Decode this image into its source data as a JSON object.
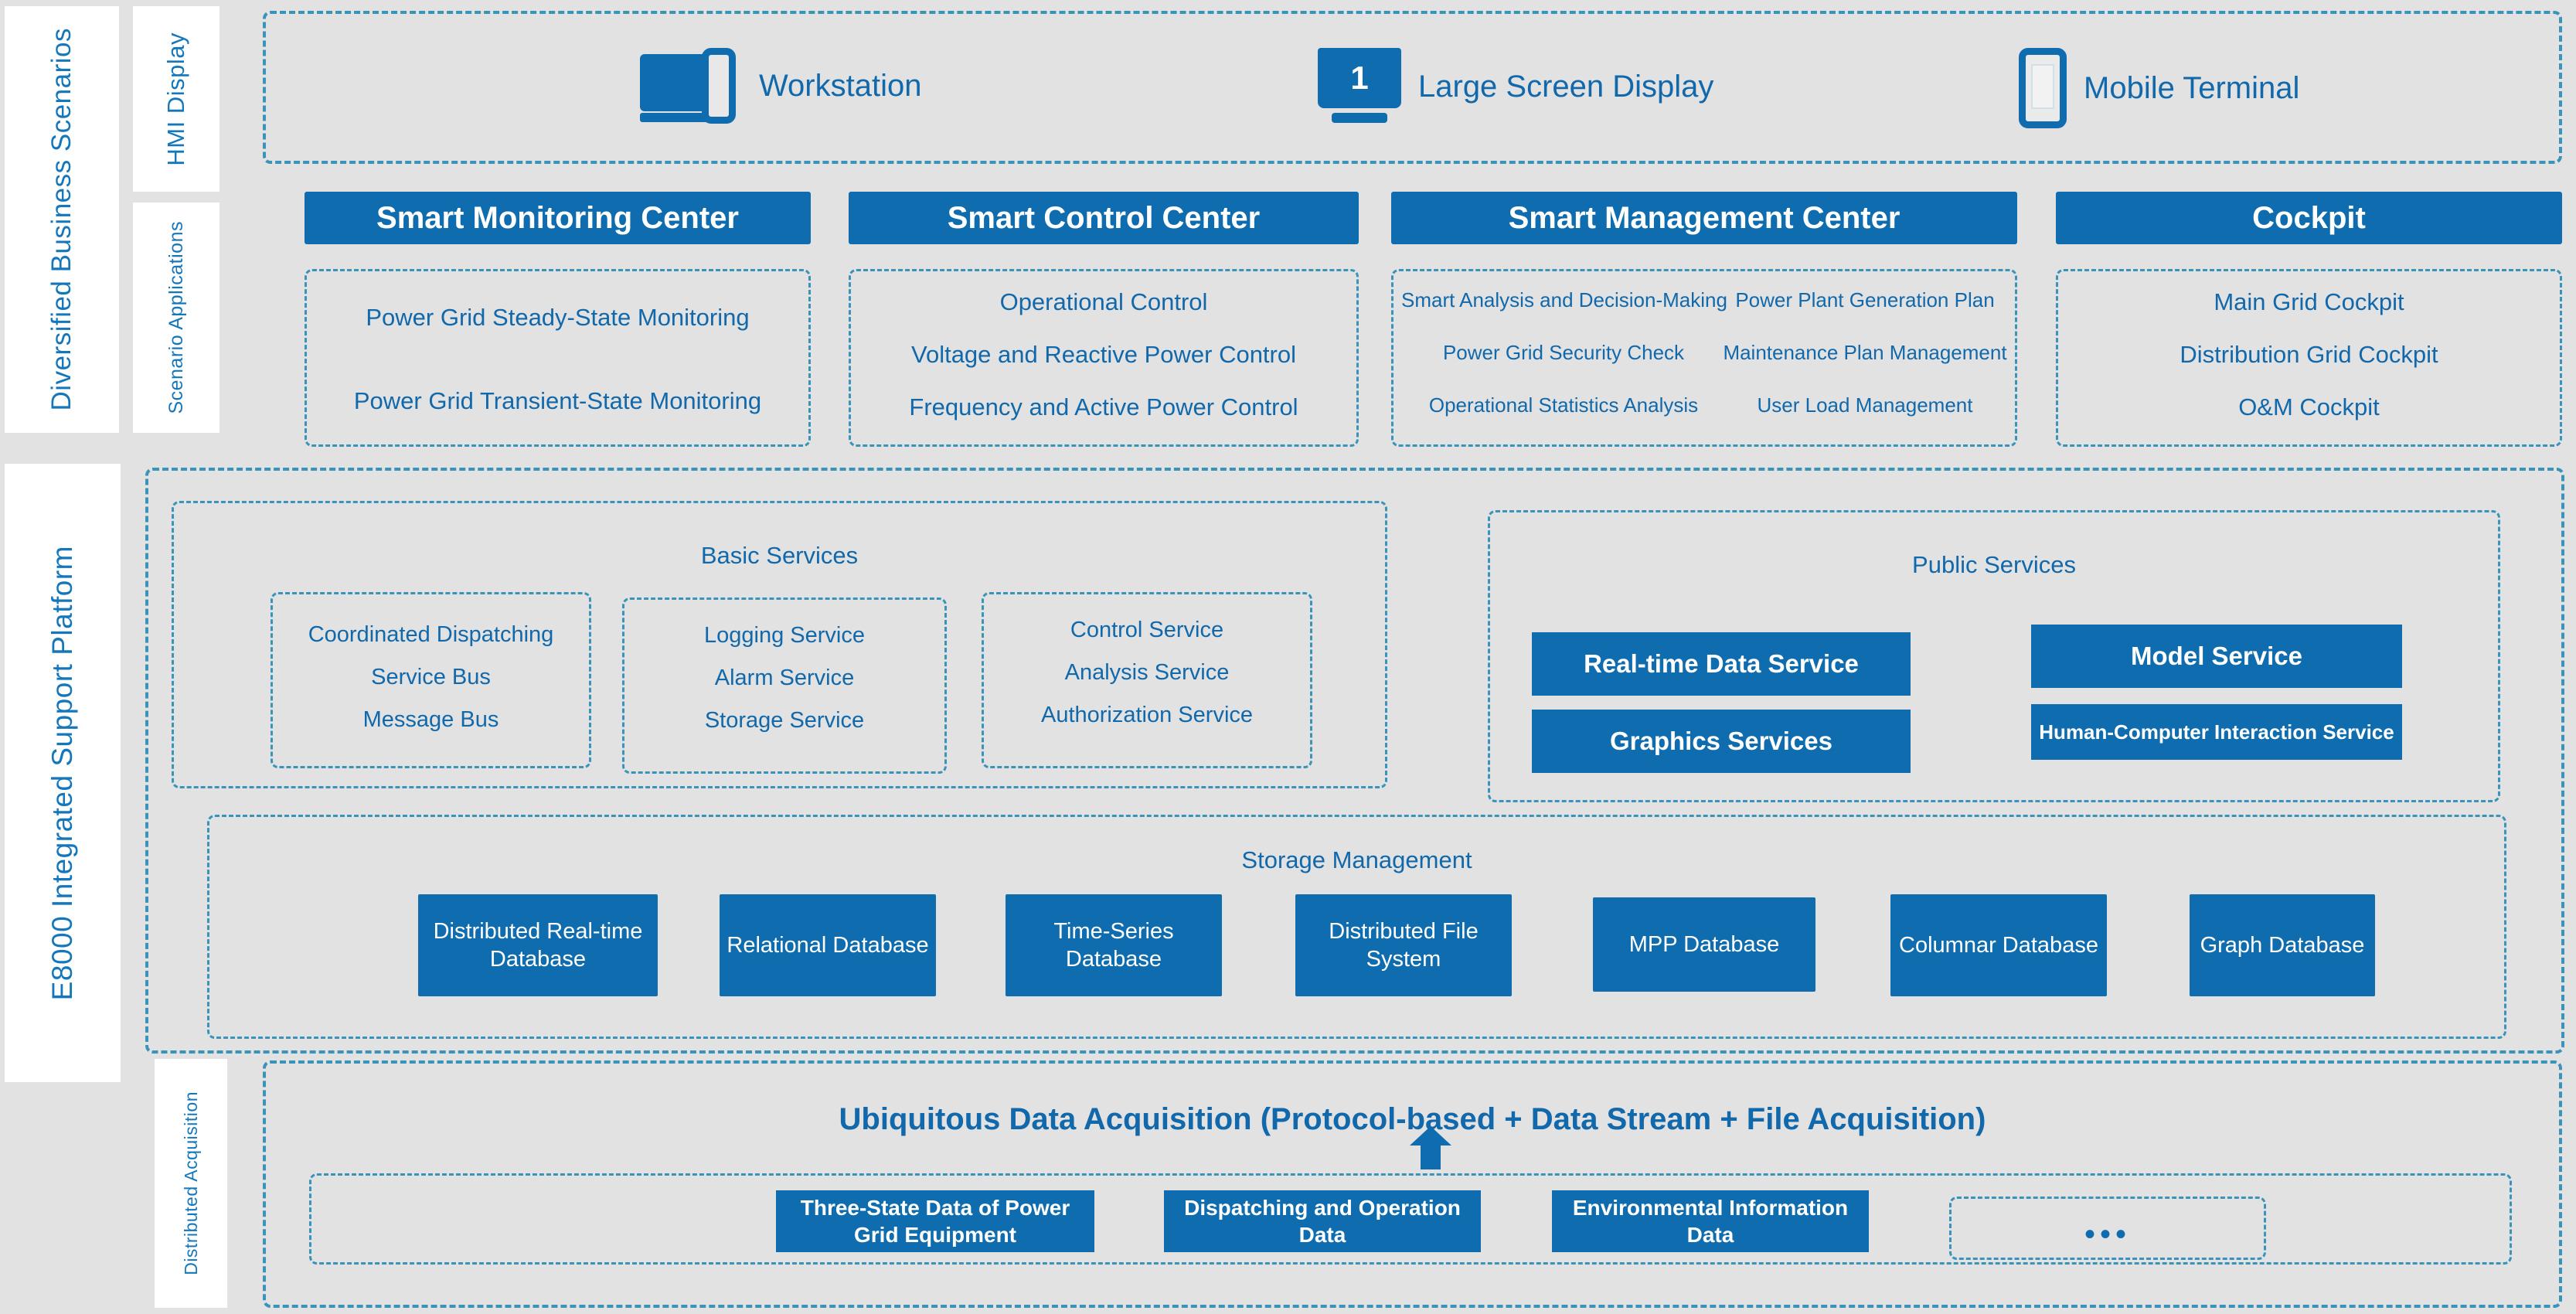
{
  "left_rails": {
    "scenarios": "Diversified Business Scenarios",
    "hmi": "HMI Display",
    "scenario_apps": "Scenario Applications",
    "platform": "E8000 Integrated Support Platform",
    "distributed_acquisition": "Distributed Acquisition"
  },
  "hmi_band": {
    "items": [
      {
        "icon": "workstation-icon",
        "label": "Workstation"
      },
      {
        "icon": "large-screen-display-icon",
        "label": "Large Screen Display",
        "screen_number": "1"
      },
      {
        "icon": "mobile-terminal-icon",
        "label": "Mobile Terminal"
      }
    ]
  },
  "centers": [
    {
      "title": "Smart Monitoring Center",
      "items": [
        "Power Grid Steady-State Monitoring",
        "Power Grid Transient-State Monitoring"
      ]
    },
    {
      "title": "Smart Control Center",
      "items": [
        "Operational Control",
        "Voltage and Reactive Power Control",
        "Frequency and Active Power Control"
      ]
    },
    {
      "title": "Smart Management Center",
      "col_left": [
        "Smart Analysis and Decision-Making",
        "Power Grid Security Check",
        "Operational Statistics Analysis"
      ],
      "col_right": [
        "Power Plant Generation Plan",
        "Maintenance Plan Management",
        "User Load Management"
      ]
    },
    {
      "title": "Cockpit",
      "items": [
        "Main Grid Cockpit",
        "Distribution Grid Cockpit",
        "O&M Cockpit"
      ]
    }
  ],
  "platform": {
    "basic_services": {
      "title": "Basic Services",
      "groups": [
        [
          "Coordinated Dispatching",
          "Service Bus",
          "Message Bus"
        ],
        [
          "Logging Service",
          "Alarm Service",
          "Storage Service"
        ],
        [
          "Control Service",
          "Analysis Service",
          "Authorization Service"
        ]
      ]
    },
    "public_services": {
      "title": "Public Services",
      "tiles": [
        "Real-time Data Service",
        "Model Service",
        "Graphics Services",
        "Human-Computer Interaction Service"
      ]
    },
    "storage_management": {
      "title": "Storage Management",
      "databases": [
        "Distributed Real-time Database",
        "Relational Database",
        "Time-Series Database",
        "Distributed File System",
        "MPP Database",
        "Columnar Database",
        "Graph Database"
      ]
    }
  },
  "acquisition": {
    "title": "Ubiquitous Data Acquisition (Protocol-based + Data Stream + File Acquisition)",
    "sources": [
      "Three-State Data of Power Grid Equipment",
      "Dispatching and Operation Data",
      "Environmental Information Data"
    ],
    "more_placeholder": "•••"
  },
  "colors": {
    "brand_blue": "#0f6cae",
    "text_blue": "#1168ab",
    "dash_border": "#3a93b9",
    "panel_gray": "#e2e2e2"
  }
}
